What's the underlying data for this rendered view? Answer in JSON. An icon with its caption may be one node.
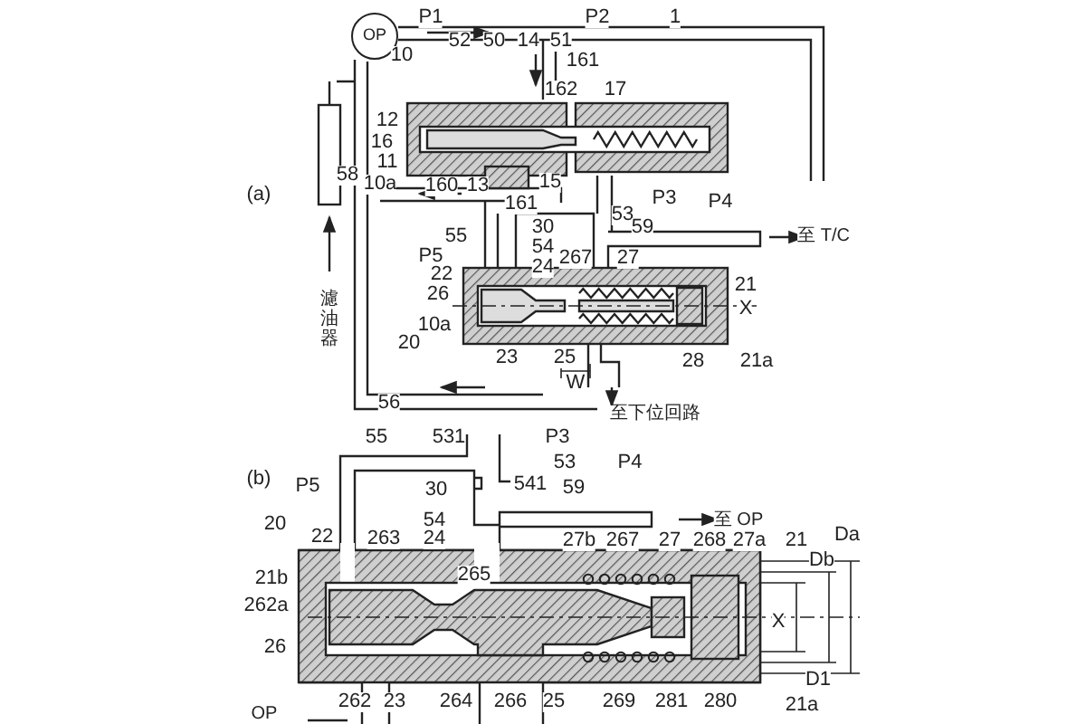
{
  "diagram": {
    "nodes": [
      {
        "text": [
          "OP"
        ]
      }
    ],
    "labels": [
      "P1",
      "P2",
      "1",
      "52",
      "50",
      "14",
      "51",
      "10",
      "161",
      "162",
      "17",
      "12",
      "16",
      "11",
      "58",
      "10a",
      "160",
      "13",
      "15",
      "(a)",
      "161",
      "P3",
      "P4",
      "53",
      "55",
      "30",
      "59",
      "至 T/C",
      "54",
      "P5",
      "24",
      "267",
      "27",
      "22",
      "濾油器",
      "21",
      "26",
      "X",
      "10a",
      "20",
      "23",
      "25",
      "28",
      "21a",
      "W",
      "56",
      "至下位回路",
      "55",
      "531",
      "P3",
      "53",
      "P4",
      "(b)",
      "P5",
      "30",
      "541",
      "59",
      "20",
      "54",
      "至 OP",
      "22",
      "263",
      "24",
      "27b",
      "267",
      "27",
      "268",
      "27a",
      "21",
      "Da",
      "Db",
      "21b",
      "265",
      "262a",
      "X",
      "26",
      "D1",
      "262",
      "23",
      "264",
      "266",
      "25",
      "269",
      "281",
      "280",
      "21a",
      "OP"
    ]
  }
}
